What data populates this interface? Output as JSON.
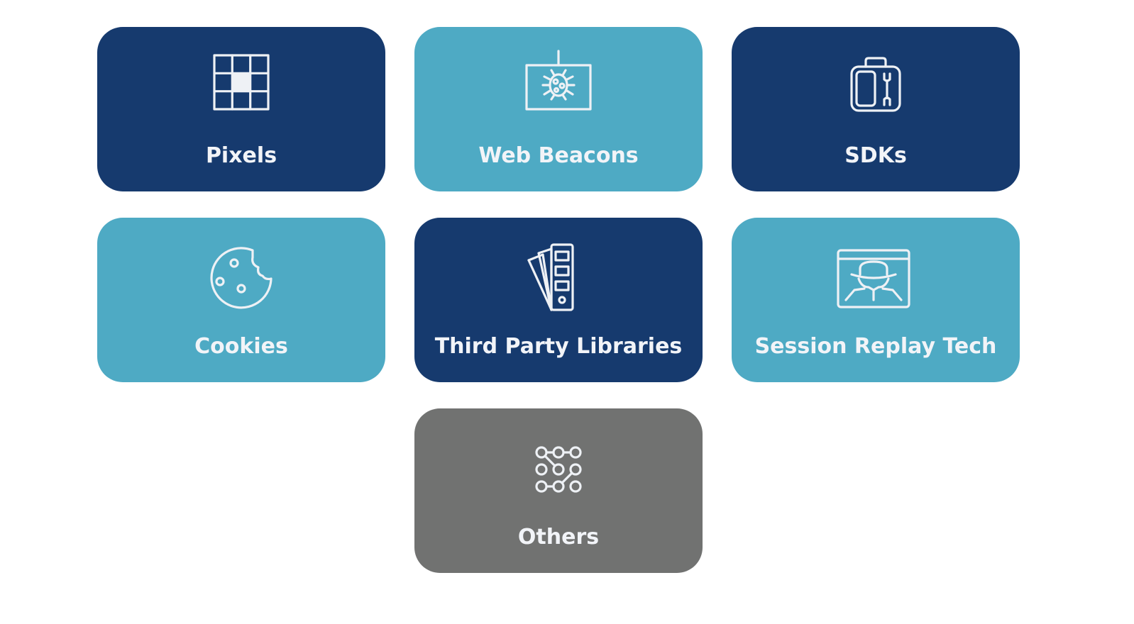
{
  "tiles": [
    {
      "id": "pixels",
      "label": "Pixels",
      "icon": "pixel-grid-icon",
      "color": "#163a6e"
    },
    {
      "id": "beacons",
      "label": "Web Beacons",
      "icon": "web-beacon-bug-icon",
      "color": "#4eaac4"
    },
    {
      "id": "sdks",
      "label": "SDKs",
      "icon": "sdk-toolkit-icon",
      "color": "#163a6e"
    },
    {
      "id": "cookies",
      "label": "Cookies",
      "icon": "cookie-icon",
      "color": "#4eaac4"
    },
    {
      "id": "libs",
      "label": "Third Party Libraries",
      "icon": "library-swatch-icon",
      "color": "#163a6e"
    },
    {
      "id": "session",
      "label": "Session Replay Tech",
      "icon": "spy-browser-icon",
      "color": "#4eaac4"
    },
    {
      "id": "others",
      "label": "Others",
      "icon": "node-network-icon",
      "color": "#717271"
    }
  ]
}
